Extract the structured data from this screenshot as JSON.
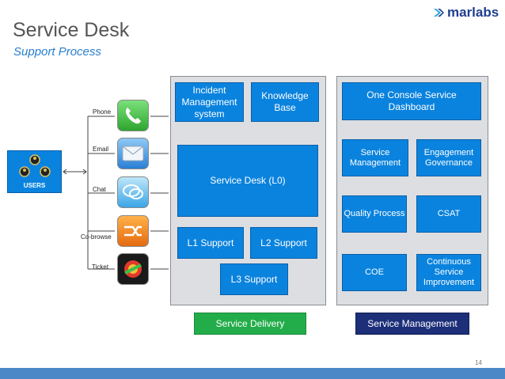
{
  "header": {
    "title": "Service Desk",
    "subtitle": "Support Process",
    "logo_text": "marlabs"
  },
  "users": {
    "label": "USERS"
  },
  "channels": [
    {
      "label": "Phone",
      "icon": "phone-icon"
    },
    {
      "label": "Email",
      "icon": "mail-icon"
    },
    {
      "label": "Chat",
      "icon": "chat-icon"
    },
    {
      "label": "Co-browse",
      "icon": "co-browse-icon"
    },
    {
      "label": "Ticket",
      "icon": "ticket-icon"
    }
  ],
  "service_delivery": {
    "incident": "Incident Management system",
    "knowledge": "Knowledge Base",
    "service_desk": "Service Desk (L0)",
    "l1": "L1  Support",
    "l2": "L2 Support",
    "l3": "L3 Support",
    "label": "Service Delivery"
  },
  "service_management": {
    "dashboard": "One Console Service Dashboard",
    "service_mgmt": "Service Management",
    "engagement": "Engagement Governance",
    "quality": "Quality Process",
    "csat": "CSAT",
    "coe": "COE",
    "continuous": "Continuous Service Improvement",
    "label": "Service Management"
  },
  "page_number": "14",
  "colors": {
    "box_blue": "#0a83de",
    "delivery_green": "#23ad4a",
    "management_navy": "#1d2f79",
    "title_gray": "#555555",
    "subtitle_blue": "#2a7fcf"
  }
}
